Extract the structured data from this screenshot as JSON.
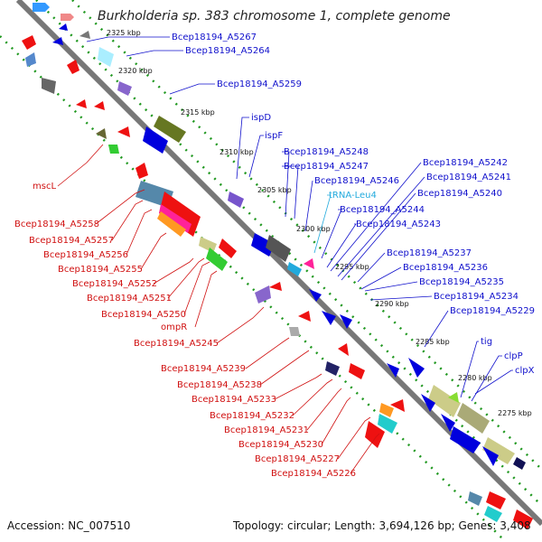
{
  "map": {
    "title": "Burkholderia sp. 383 chromosome 1, complete genome",
    "accession": "Accession: NC_007510",
    "topology": "Topology: circular; Length: 3,694,126 bp; Genes: 3,408",
    "backbone_color": "#777777",
    "colors": {
      "forward": "#0000dd",
      "reverse": "#ee1111",
      "tick": "#229922",
      "top_label": "#1010cc",
      "bottom_label": "#d01010",
      "rna_label": "#22aadd"
    }
  },
  "scale_labels": [
    "2325 kbp",
    "2320 kbp",
    "2315 kbp",
    "2310 kbp",
    "2305 kbp",
    "2300 kbp",
    "2295 kbp",
    "2290 kbp",
    "2285 kbp",
    "2280 kbp",
    "2275 kbp"
  ],
  "top_labels": [
    "Bcep18194_A5267",
    "Bcep18194_A5264",
    "Bcep18194_A5259",
    "ispD",
    "ispF",
    "Bcep18194_A5248",
    "Bcep18194_A5247",
    "Bcep18194_A5246",
    "tRNA-Leu4",
    "Bcep18194_A5244",
    "Bcep18194_A5243",
    "Bcep18194_A5242",
    "Bcep18194_A5241",
    "Bcep18194_A5240",
    "Bcep18194_A5237",
    "Bcep18194_A5236",
    "Bcep18194_A5235",
    "Bcep18194_A5234",
    "Bcep18194_A5229",
    "tig",
    "clpP",
    "clpX"
  ],
  "bottom_labels": [
    "mscL",
    "Bcep18194_A5258",
    "Bcep18194_A5257",
    "Bcep18194_A5256",
    "Bcep18194_A5255",
    "Bcep18194_A5252",
    "Bcep18194_A5251",
    "Bcep18194_A5250",
    "ompR",
    "Bcep18194_A5245",
    "Bcep18194_A5239",
    "Bcep18194_A5238",
    "Bcep18194_A5233",
    "Bcep18194_A5232",
    "Bcep18194_A5231",
    "Bcep18194_A5230",
    "Bcep18194_A5227",
    "Bcep18194_A5226"
  ]
}
